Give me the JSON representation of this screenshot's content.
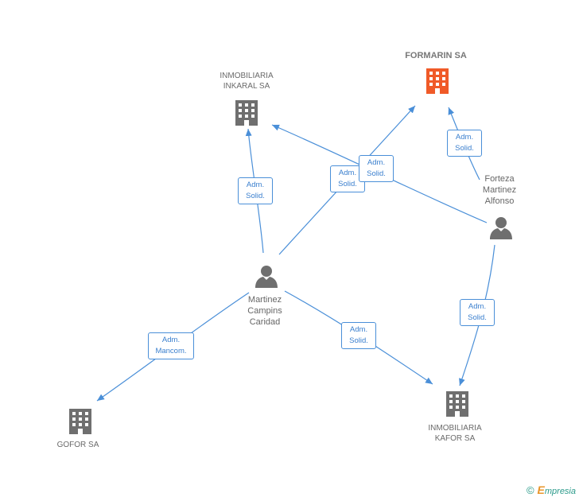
{
  "colors": {
    "edge": "#4a8fd8",
    "node_gray": "#6f6f6f",
    "node_highlight": "#f05a28",
    "edge_label_text": "#3a7fce"
  },
  "nodes": {
    "inmobiliaria_inkaral": {
      "lines": [
        "INMOBILIARIA",
        "INKARAL SA"
      ],
      "kind": "company",
      "icon": "building-icon"
    },
    "formarin": {
      "lines": [
        "FORMARIN SA"
      ],
      "kind": "company-main",
      "icon": "building-icon"
    },
    "forteza": {
      "lines": [
        "Forteza",
        "Martinez",
        "Alfonso"
      ],
      "kind": "person",
      "icon": "person-icon"
    },
    "martinez_campins": {
      "lines": [
        "Martinez",
        "Campins",
        "Caridad"
      ],
      "kind": "person",
      "icon": "person-icon"
    },
    "gofor": {
      "lines": [
        "GOFOR SA"
      ],
      "kind": "company",
      "icon": "building-icon"
    },
    "inmobiliaria_kafor": {
      "lines": [
        "INMOBILIARIA",
        "KAFOR SA"
      ],
      "kind": "company",
      "icon": "building-icon"
    }
  },
  "edges": [
    {
      "id": "mc-inkaral",
      "from": "martinez_campins",
      "to": "inmobiliaria_inkaral",
      "label": [
        "Adm.",
        "Solid."
      ]
    },
    {
      "id": "mc-formarin",
      "from": "martinez_campins",
      "to": "formarin",
      "label": [
        "Adm.",
        "Solid."
      ]
    },
    {
      "id": "forteza-inkaral",
      "from": "forteza",
      "to": "inmobiliaria_inkaral",
      "label": [
        "Adm.",
        "Solid."
      ]
    },
    {
      "id": "forteza-formarin",
      "from": "forteza",
      "to": "formarin",
      "label": [
        "Adm.",
        "Solid."
      ]
    },
    {
      "id": "forteza-kafor",
      "from": "forteza",
      "to": "inmobiliaria_kafor",
      "label": [
        "Adm.",
        "Solid."
      ]
    },
    {
      "id": "mc-gofor",
      "from": "martinez_campins",
      "to": "gofor",
      "label": [
        "Adm.",
        "Mancom."
      ]
    },
    {
      "id": "mc-kafor",
      "from": "martinez_campins",
      "to": "inmobiliaria_kafor",
      "label": [
        "Adm.",
        "Solid."
      ]
    }
  ],
  "footer": {
    "copyright_symbol": "©",
    "brand_initial": "E",
    "brand_rest": "mpresia"
  }
}
